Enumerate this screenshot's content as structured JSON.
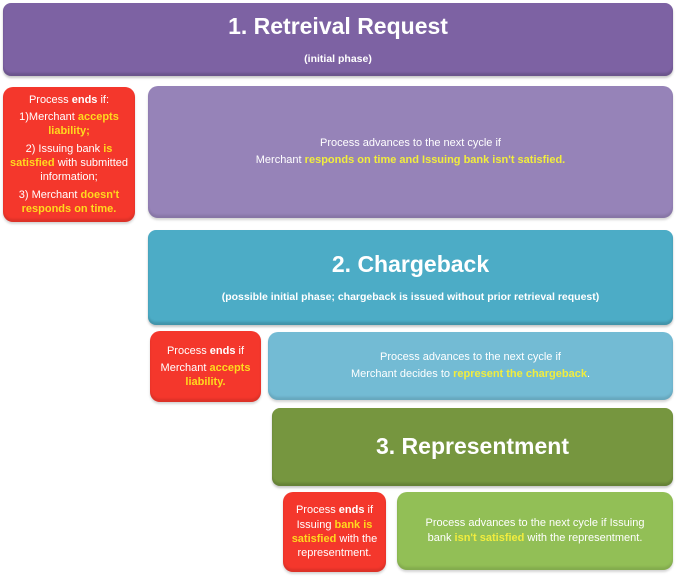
{
  "colors": {
    "purple": "#7d62a3",
    "purple_light": "#9683b8",
    "blue": "#4cacc6",
    "blue_light": "#73bbd4",
    "green": "#76963f",
    "green_light": "#92bf56",
    "red": "#f4372c",
    "yellow_on_red": "#ffd91e",
    "yellow_on_soft": "#f1ed3e",
    "text": "#ffffff"
  },
  "phase1": {
    "title": "1. Retreival Request",
    "subtitle": "(initial phase)",
    "end_box": {
      "l1a": "Process ",
      "l1b": "ends",
      "l1c": " if:",
      "l2a": "1)Merchant ",
      "l2b": "accepts liability;",
      "l3a": "2) Issuing bank ",
      "l3b": "is satisfied",
      "l3c": " with submitted information;",
      "l4a": "3) Merchant ",
      "l4b": "doesn't responds on time."
    },
    "advance_box": {
      "line1": "Process advances to the next cycle if",
      "l2a": "Merchant ",
      "l2b": "responds on time and Issuing bank isn't satisfied."
    }
  },
  "phase2": {
    "title": "2. Chargeback",
    "subtitle": "(possible initial phase; chargeback is issued without prior retrieval request)",
    "end_box": {
      "l1a": "Process ",
      "l1b": "ends",
      "l1c": " if",
      "l2a": "Merchant ",
      "l2b": "accepts liability."
    },
    "advance_box": {
      "line1": "Process advances to the next cycle if",
      "l2a": "Merchant decides to ",
      "l2b": "represent the chargeback",
      "l2c": "."
    }
  },
  "phase3": {
    "title": "3. Representment",
    "end_box": {
      "l1a": "Process ",
      "l1b": "ends",
      "l1c": " if Issuing ",
      "l1d": "bank is satisfied",
      "l1e": " with the representment."
    },
    "advance_box": {
      "l1a": "Process advances to the next cycle if Issuing bank ",
      "l1b": "isn't satisfied",
      "l1c": " with the representment."
    }
  }
}
